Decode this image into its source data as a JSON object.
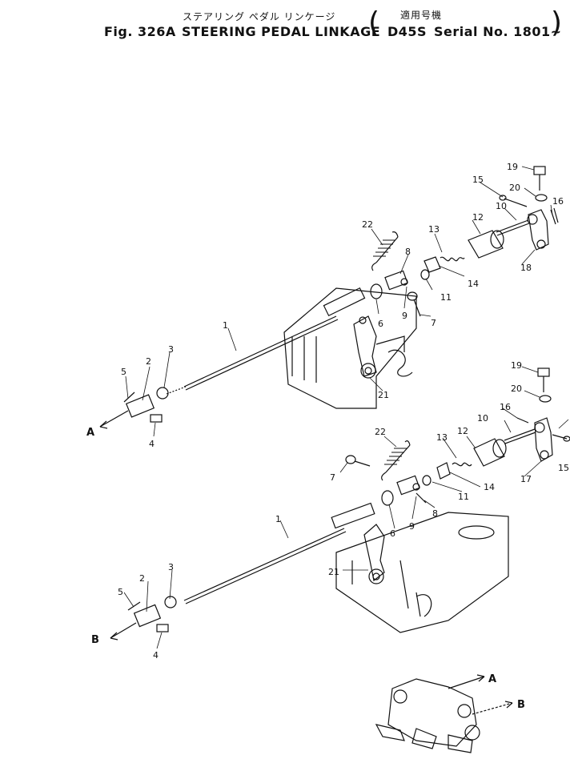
{
  "header": {
    "jp_title": "ステアリング ペダル リンケージ",
    "jp_usage": "適用号機",
    "fig": "Fig. 326A",
    "title": "STEERING PEDAL LINKAGE",
    "model": "D45S",
    "serial": "Serial No. 1801~"
  },
  "callouts_top": [
    "19",
    "20",
    "15",
    "16",
    "10",
    "12",
    "13",
    "22",
    "8",
    "14",
    "18",
    "11",
    "6",
    "9",
    "7",
    "1",
    "3",
    "2",
    "5",
    "21",
    "4",
    "A"
  ],
  "callouts_bottom": [
    "19",
    "20",
    "16",
    "10",
    "12",
    "13",
    "15",
    "22",
    "17",
    "7",
    "11",
    "14",
    "6",
    "9",
    "8",
    "1",
    "21",
    "3",
    "2",
    "5",
    "4",
    "B"
  ],
  "inset_labels": [
    "A",
    "B"
  ]
}
